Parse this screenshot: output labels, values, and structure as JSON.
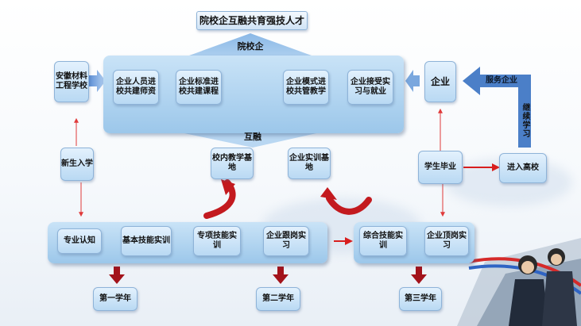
{
  "diagram": {
    "title": "院校企互融共育强技人才",
    "top_label": "院校企",
    "hub_label": "互融",
    "school": "安徽材料工程学校",
    "enterprise": "企业",
    "service": "服务企业",
    "continue_study": "继续学习",
    "hub_items": [
      "企业人员进校共建师资",
      "企业标准进校共建课程",
      "企业模式进校共管教学",
      "企业接受实习与就业"
    ],
    "bases": [
      "校内教学基地",
      "企业实训基地"
    ],
    "enroll": "新生入学",
    "graduate": "学生毕业",
    "further": "进入高校",
    "stages_left": [
      "专业认知",
      "基本技能实训",
      "专项技能实训",
      "企业跟岗实习"
    ],
    "stages_right": [
      "综合技能实训",
      "企业顶岗实习"
    ],
    "years": [
      "第一学年",
      "第二学年",
      "第三学年"
    ],
    "colors": {
      "panel": "#a9cdee",
      "arrow_red": "#d81e1e",
      "dark_red": "#a3131b",
      "connector": "#e03a3a",
      "accent_blue": "#4b7fc8"
    }
  }
}
